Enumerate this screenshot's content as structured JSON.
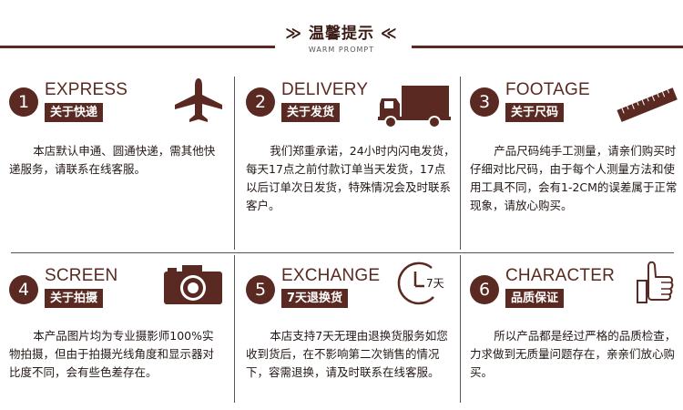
{
  "header": {
    "title": "≫ 温馨提示 ≪",
    "subtitle": "WARM PROMPT"
  },
  "accent_color": "#5a2a22",
  "cards": [
    {
      "number": "1",
      "title_en": "EXPRESS",
      "title_cn": "关于快递",
      "icon": "airplane-icon",
      "text": "本店默认申通、圆通快递，需其他快递服务，请联系在线客服。"
    },
    {
      "number": "2",
      "title_en": "DELIVERY",
      "title_cn": "关于发货",
      "icon": "truck-icon",
      "text": "我们郑重承诺，24小时内闪电发货，每天17点之前付款订单当天发货，17点以后订单次日发货，特殊情况会及时联系客户。"
    },
    {
      "number": "3",
      "title_en": "FOOTAGE",
      "title_cn": "关于尺码",
      "icon": "ruler-icon",
      "text": "产品尺码纯手工测量，请亲们购买时仔细对比尺码，由于每个人测量方法和使用工具不同，会有1-2CM的误差属于正常现象，请放心购买。"
    },
    {
      "number": "4",
      "title_en": "SCREEN",
      "title_cn": "关于拍摄",
      "icon": "camera-icon",
      "text": "本产品图片均为专业摄影师100%实物拍摄，但由于拍摄光线角度和显示器对比度不同，会有些色差存在。"
    },
    {
      "number": "5",
      "title_en": "EXCHANGE",
      "title_cn": "7天退换货",
      "icon": "clock-icon",
      "icon_label": "7天",
      "text": "本店支持7天无理由退换货服务如您收到货后，在不影响第二次销售的情况下，容需退换，请及时联系在线客服。"
    },
    {
      "number": "6",
      "title_en": "CHARACTER",
      "title_cn": "品质保证",
      "icon": "thumbs-up-icon",
      "text": "所以产品都是经过严格的品质检查，力求做到无质量问题存在，亲亲们放心购买。"
    }
  ]
}
